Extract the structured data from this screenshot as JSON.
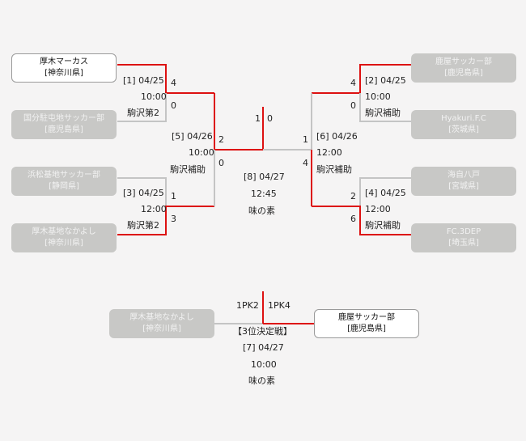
{
  "teams": {
    "t1": {
      "name": "厚木マーカス",
      "pref": "[神奈川県]"
    },
    "t2": {
      "name": "国分駐屯地サッカー部",
      "pref": "[鹿児島県]"
    },
    "t3": {
      "name": "浜松基地サッカー部",
      "pref": "[静岡県]"
    },
    "t4": {
      "name": "厚木基地なかよし",
      "pref": "[神奈川県]"
    },
    "t5": {
      "name": "鹿屋サッカー部",
      "pref": "[鹿児島県]"
    },
    "t6": {
      "name": "Hyakuri.F.C",
      "pref": "[茨城県]"
    },
    "t7": {
      "name": "海自八戸",
      "pref": "[宮城県]"
    },
    "t8": {
      "name": "FC.3DEP",
      "pref": "[埼玉県]"
    },
    "tp_left": {
      "name": "厚木基地なかよし",
      "pref": "[神奈川県]"
    },
    "tp_right": {
      "name": "鹿屋サッカー部",
      "pref": "[鹿児島県]"
    }
  },
  "matches": {
    "m1": {
      "no": "[1] 04/25",
      "time": "10:00",
      "venue": "駒沢第2",
      "score_top": "4",
      "score_bottom": "0"
    },
    "m2": {
      "no": "[2] 04/25",
      "time": "10:00",
      "venue": "駒沢補助",
      "score_top": "4",
      "score_bottom": "0"
    },
    "m3": {
      "no": "[3] 04/25",
      "time": "12:00",
      "venue": "駒沢第2",
      "score_top": "1",
      "score_bottom": "3"
    },
    "m4": {
      "no": "[4] 04/25",
      "time": "12:00",
      "venue": "駒沢補助",
      "score_top": "2",
      "score_bottom": "6"
    },
    "m5": {
      "no": "[5] 04/26",
      "time": "10:00",
      "venue": "駒沢補助",
      "score_top": "2",
      "score_bottom": "0"
    },
    "m6": {
      "no": "[6] 04/26",
      "time": "12:00",
      "venue": "駒沢補助",
      "score_top": "1",
      "score_bottom": "4"
    },
    "m8": {
      "no": "[8] 04/27",
      "time": "12:45",
      "venue": "味の素",
      "score_left": "1",
      "score_right": "0"
    },
    "m7": {
      "title": "【3位決定戦】",
      "no": "[7] 04/27",
      "time": "10:00",
      "venue": "味の素",
      "score_left": "1PK2",
      "score_right": "1PK4"
    }
  },
  "colors": {
    "win_line": "#dd1111",
    "lose_line": "#c4c4c4",
    "lose_box": "#c8c8c6"
  }
}
